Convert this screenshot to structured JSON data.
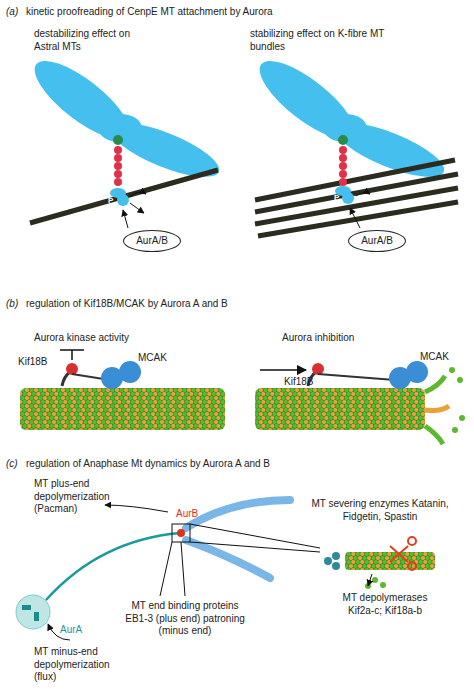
{
  "diagram": {
    "nodes": [
      {
        "text": [
          "AurA/B"
        ]
      },
      {
        "text": [
          "AurA/B"
        ]
      }
    ],
    "labels": [
      "(a)",
      "kinetic proofreading of CenpE MT attachment by Aurora",
      "destabilizing effect on Astral MTs",
      "stabilizing effect on K-fibre MT bundles",
      "P",
      "P",
      "(b)",
      "regulation of Kif18B/MCAK by Aurora A and B",
      "Aurora kinase activity",
      "Aurora inhibition",
      "Kif18B",
      "MCAK",
      "Kif18B",
      "MCAK",
      "(c)",
      "regulation of Anaphase Mt dynamics by Aurora A and B",
      "MT plus-end depolymerization (Pacman)",
      "AurB",
      "AurA",
      "MT minus-end depolymerization (flux)",
      "MT end binding proteins EB1-3 (plus end) patroning (minus end)",
      "MT severing enzymes Katanin, Fidgetin, Spastin",
      "MT depolymerases Kif2a-c; Kif18a-b"
    ]
  }
}
